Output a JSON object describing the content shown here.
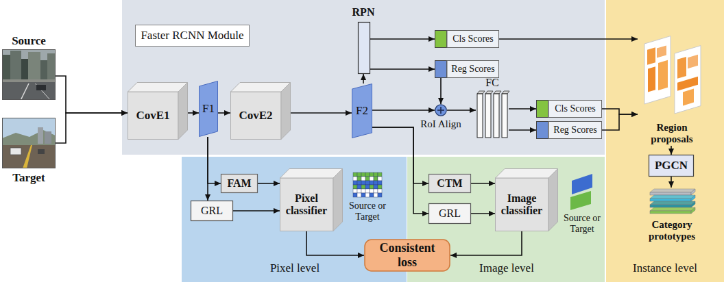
{
  "diagram": {
    "nodes": [
      {
        "text": [
          "Source"
        ]
      },
      {
        "text": [
          "Target"
        ]
      },
      {
        "text": [
          "Faster RCNN Module"
        ]
      },
      {
        "text": [
          "CovE1"
        ],
        "in": 2
      },
      {
        "text": [
          "F1"
        ],
        "in": 2
      },
      {
        "text": [
          "CovE2"
        ],
        "in": 2
      },
      {
        "text": [
          "F2"
        ],
        "in": 2
      },
      {
        "text": [
          "RPN"
        ],
        "in": 2
      },
      {
        "text": [
          "Cls Scores"
        ],
        "in": 2
      },
      {
        "text": [
          "Reg Scores"
        ],
        "in": 2
      },
      {
        "text": [
          "RoI Align"
        ],
        "in": 2
      },
      {
        "text": [
          "FC"
        ],
        "in": 2
      },
      {
        "text": [
          "Cls Scores"
        ],
        "in": 2
      },
      {
        "text": [
          "Reg Scores"
        ],
        "in": 2
      },
      {
        "text": [
          "Pixel level"
        ]
      },
      {
        "text": [
          "FAM"
        ],
        "in": 14
      },
      {
        "text": [
          "GRL"
        ],
        "in": 14
      },
      {
        "text": [
          "Pixel classifier"
        ],
        "in": 14
      },
      {
        "text": [
          "Source or Target"
        ],
        "in": 14
      },
      {
        "text": [
          "Image level"
        ]
      },
      {
        "text": [
          "CTM"
        ],
        "in": 19
      },
      {
        "text": [
          "GRL"
        ],
        "in": 19
      },
      {
        "text": [
          "Image classifier"
        ],
        "in": 19
      },
      {
        "text": [
          "Source or Target"
        ],
        "in": 19
      },
      {
        "text": [
          "Consistent loss"
        ]
      },
      {
        "text": [
          "Instance level"
        ]
      },
      {
        "text": [
          "Region proposals"
        ],
        "in": 25
      },
      {
        "text": [
          "PGCN"
        ],
        "in": 25
      },
      {
        "text": [
          "Category prototypes"
        ],
        "in": 25
      }
    ],
    "edges": [
      {
        "from": 0,
        "to": 3,
        "arrow": "to"
      },
      {
        "from": 1,
        "to": 3,
        "arrow": "to"
      },
      {
        "from": 3,
        "to": 4,
        "arrow": "to"
      },
      {
        "from": 4,
        "to": 5,
        "arrow": "to"
      },
      {
        "from": 5,
        "to": 6,
        "arrow": "to"
      },
      {
        "from": 6,
        "to": 7,
        "arrow": "to"
      },
      {
        "from": 7,
        "to": 8,
        "arrow": "to"
      },
      {
        "from": 7,
        "to": 9,
        "arrow": "to"
      },
      {
        "from": 9,
        "to": 10,
        "arrow": "to"
      },
      {
        "from": 6,
        "to": 10,
        "arrow": "to"
      },
      {
        "from": 10,
        "to": 11,
        "arrow": "to"
      },
      {
        "from": 11,
        "to": 12,
        "arrow": "to"
      },
      {
        "from": 11,
        "to": 13,
        "arrow": "to"
      },
      {
        "from": 8,
        "to": 26,
        "arrow": "to"
      },
      {
        "from": 12,
        "to": 26,
        "arrow": "to"
      },
      {
        "from": 13,
        "to": 26,
        "arrow": "to"
      },
      {
        "from": 4,
        "to": 15,
        "arrow": "to"
      },
      {
        "from": 4,
        "to": 16,
        "arrow": "to"
      },
      {
        "from": 15,
        "to": 17,
        "arrow": "to"
      },
      {
        "from": 16,
        "to": 17,
        "arrow": "to"
      },
      {
        "from": 17,
        "to": 24,
        "arrow": "to"
      },
      {
        "from": 6,
        "to": 20,
        "arrow": "to"
      },
      {
        "from": 6,
        "to": 21,
        "arrow": "to"
      },
      {
        "from": 20,
        "to": 22,
        "arrow": "to"
      },
      {
        "from": 21,
        "to": 22,
        "arrow": "to"
      },
      {
        "from": 22,
        "to": 24,
        "arrow": "to"
      },
      {
        "from": 26,
        "to": 27,
        "arrow": "to"
      },
      {
        "from": 27,
        "to": 28,
        "arrow": "to"
      }
    ]
  }
}
